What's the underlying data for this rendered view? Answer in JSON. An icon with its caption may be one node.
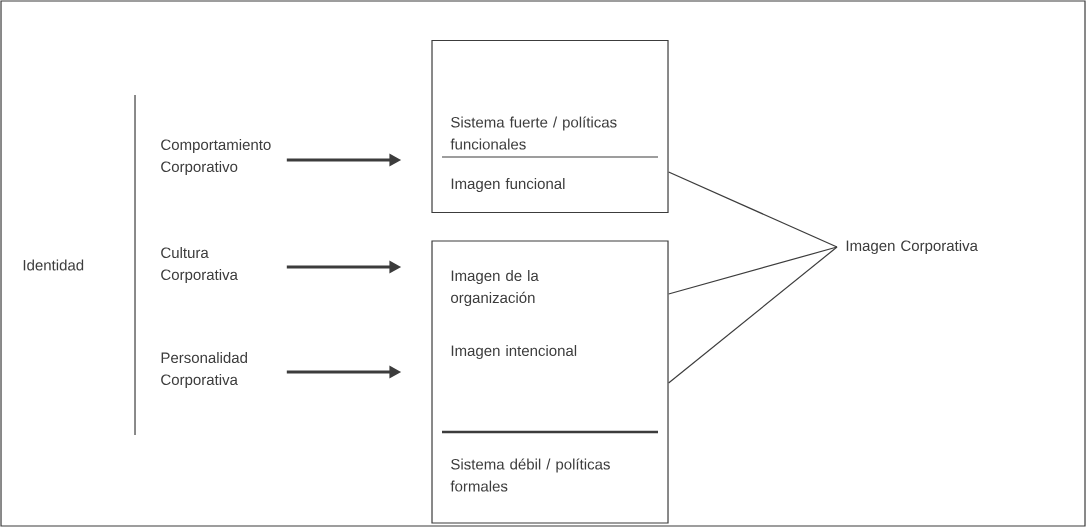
{
  "diagram": {
    "nodes": [
      {
        "text": [
          "Identidad"
        ]
      },
      {
        "text": [
          "Comportamiento Corporativo"
        ]
      },
      {
        "text": [
          "Cultura Corporativa"
        ]
      },
      {
        "text": [
          "Personalidad Corporativa"
        ]
      },
      {
        "text": [
          "Sistema fuerte / políticas funcionales",
          "Imagen funcional"
        ]
      },
      {
        "text": [
          "Imagen de la organización",
          "Imagen intencional",
          "Sistema débil / políticas formales"
        ]
      },
      {
        "text": [
          "Imagen Corporativa"
        ]
      }
    ],
    "edges": [
      {
        "from": 1,
        "to": 4,
        "arrow": "to",
        "style": "thick"
      },
      {
        "from": 2,
        "to": 5,
        "arrow": "to",
        "style": "thick"
      },
      {
        "from": 3,
        "to": 5,
        "arrow": "to",
        "style": "thick"
      },
      {
        "from": 4,
        "to": 6,
        "arrow": "none"
      },
      {
        "from": 5,
        "to": 6,
        "arrow": "none"
      },
      {
        "from": 5,
        "to": 6,
        "arrow": "none"
      }
    ]
  }
}
